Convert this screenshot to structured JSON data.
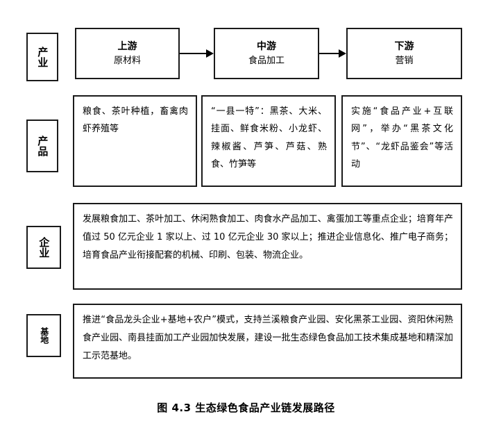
{
  "figure": {
    "caption": "图 4.3  生态绿色食品产业链发展路径",
    "border_color": "#1a1a1a",
    "background_color": "#ffffff"
  },
  "rows": {
    "industry": {
      "label": "产业",
      "stages": [
        {
          "title": "上游",
          "subtitle": "原材料"
        },
        {
          "title": "中游",
          "subtitle": "食品加工"
        },
        {
          "title": "下游",
          "subtitle": "营销"
        }
      ],
      "arrows": [
        {
          "name": "arrow-upstream-to-midstream"
        },
        {
          "name": "arrow-midstream-to-downstream"
        }
      ]
    },
    "product": {
      "label": "产品",
      "cells": [
        "粮食、茶叶种植，畜禽肉虾养殖等",
        "“一县一特”：黑茶、大米、挂面、鲜食米粉、小龙虾、辣椒酱、芦笋、芦菇、熟食、竹笋等",
        "实施“食品产业+互联网”，举办“黑茶文化节”、“龙虾品鉴会”等活动"
      ]
    },
    "enterprise": {
      "label": "企业",
      "text": "发展粮食加工、茶叶加工、休闲熟食加工、肉食水产品加工、禽蛋加工等重点企业；培育年产值过 50 亿元企业 1 家以上、过 10 亿元企业 30 家以上；推进企业信息化、推广电子商务；培育食品产业衔接配套的机械、印刷、包装、物流企业。"
    },
    "base": {
      "label": "基地",
      "text": "推进“食品龙头企业+基地+农户”模式，支持兰溪粮食产业园、安化黑茶工业园、资阳休闲熟食产业园、南县挂面加工产业园加快发展，建设一批生态绿色食品加工技术集成基地和精深加工示范基地。"
    }
  }
}
